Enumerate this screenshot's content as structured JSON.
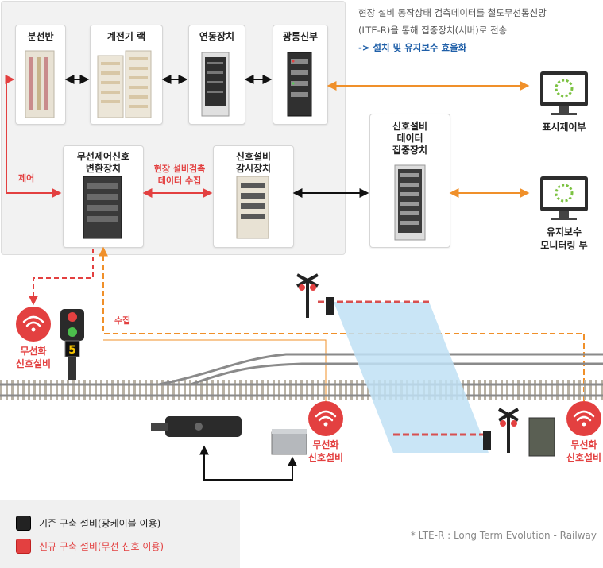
{
  "note": {
    "line1": "현장 설비 동작상태 검측데이터를 철도무선통신망",
    "line2": "(LTE-R)을 통해 집중장치(서버)로 전송",
    "line3": "-> 설치 및 유지보수 효율화"
  },
  "equipment": {
    "distribution_board": "분선반",
    "relay_rack": "계전기 랙",
    "interlocking": "연동장치",
    "optical_transmitter": "광통신부",
    "wireless_converter_l1": "무선제어신호",
    "wireless_converter_l2": "변환장치",
    "monitoring_l1": "신호설비",
    "monitoring_l2": "감시장치",
    "concentrator_l1": "신호설비",
    "concentrator_l2": "데이터",
    "concentrator_l3": "집중장치"
  },
  "flows": {
    "control": "제어",
    "collect_l1": "현장 설비검측",
    "collect_l2": "데이터 수집",
    "gather": "수집"
  },
  "terminals": {
    "display_control": "표시제어부",
    "maintenance_l1": "유지보수",
    "maintenance_l2": "모니터링 부"
  },
  "field": {
    "wireless_l1": "무선화",
    "wireless_l2": "신호설비",
    "signal_number": "5"
  },
  "legend": {
    "existing": "기존 구축 설비(광케이블 이용)",
    "new": "신규 구축 설비(무선 신호 이용)"
  },
  "footnote": "* LTE-R : Long Term Evolution - Railway",
  "colors": {
    "existing": "#222222",
    "new": "#e34040",
    "lte": "#f0902a",
    "accent": "#1f5fa8"
  }
}
